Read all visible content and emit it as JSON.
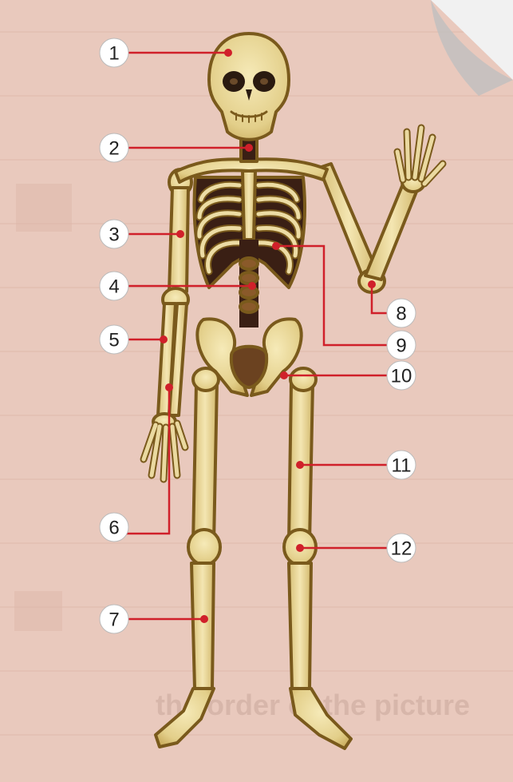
{
  "labels": [
    {
      "number": "1",
      "target": "skull"
    },
    {
      "number": "2",
      "target": "neck"
    },
    {
      "number": "3",
      "target": "upper-arm"
    },
    {
      "number": "4",
      "target": "spine"
    },
    {
      "number": "5",
      "target": "forearm-radius"
    },
    {
      "number": "6",
      "target": "forearm-ulna"
    },
    {
      "number": "7",
      "target": "shin"
    },
    {
      "number": "8",
      "target": "elbow"
    },
    {
      "number": "9",
      "target": "ribs"
    },
    {
      "number": "10",
      "target": "pelvis"
    },
    {
      "number": "11",
      "target": "thigh"
    },
    {
      "number": "12",
      "target": "knee"
    }
  ],
  "background_text": "the order of the picture",
  "colors": {
    "paper": "#e9c9bd",
    "bone": "#e8d79a",
    "bone_outline": "#7a5a1c",
    "pointer_line": "#d0202a",
    "badge_fill": "#ffffff"
  }
}
